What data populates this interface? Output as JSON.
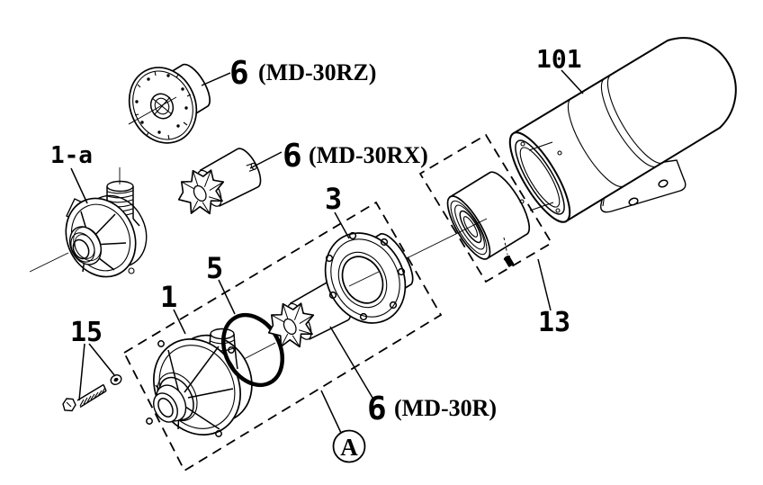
{
  "colors": {
    "background": "#ffffff",
    "ink": "#000000"
  },
  "parts": {
    "front_casing_alt": {
      "label": "1-a"
    },
    "impeller_rz": {
      "number": "6",
      "variant": "(MD-30RZ)"
    },
    "impeller_rx": {
      "number": "6",
      "variant": "(MD-30RX)"
    },
    "impeller_r": {
      "number": "6",
      "variant": "(MD-30R)"
    },
    "front_casing": {
      "label": "1"
    },
    "o_ring": {
      "label": "5"
    },
    "rear_casing": {
      "label": "3"
    },
    "bolt_set": {
      "label": "15"
    },
    "magnet_capsule": {
      "label": "13"
    },
    "motor": {
      "label": "101"
    },
    "assembly_mark": {
      "label": "A"
    }
  }
}
